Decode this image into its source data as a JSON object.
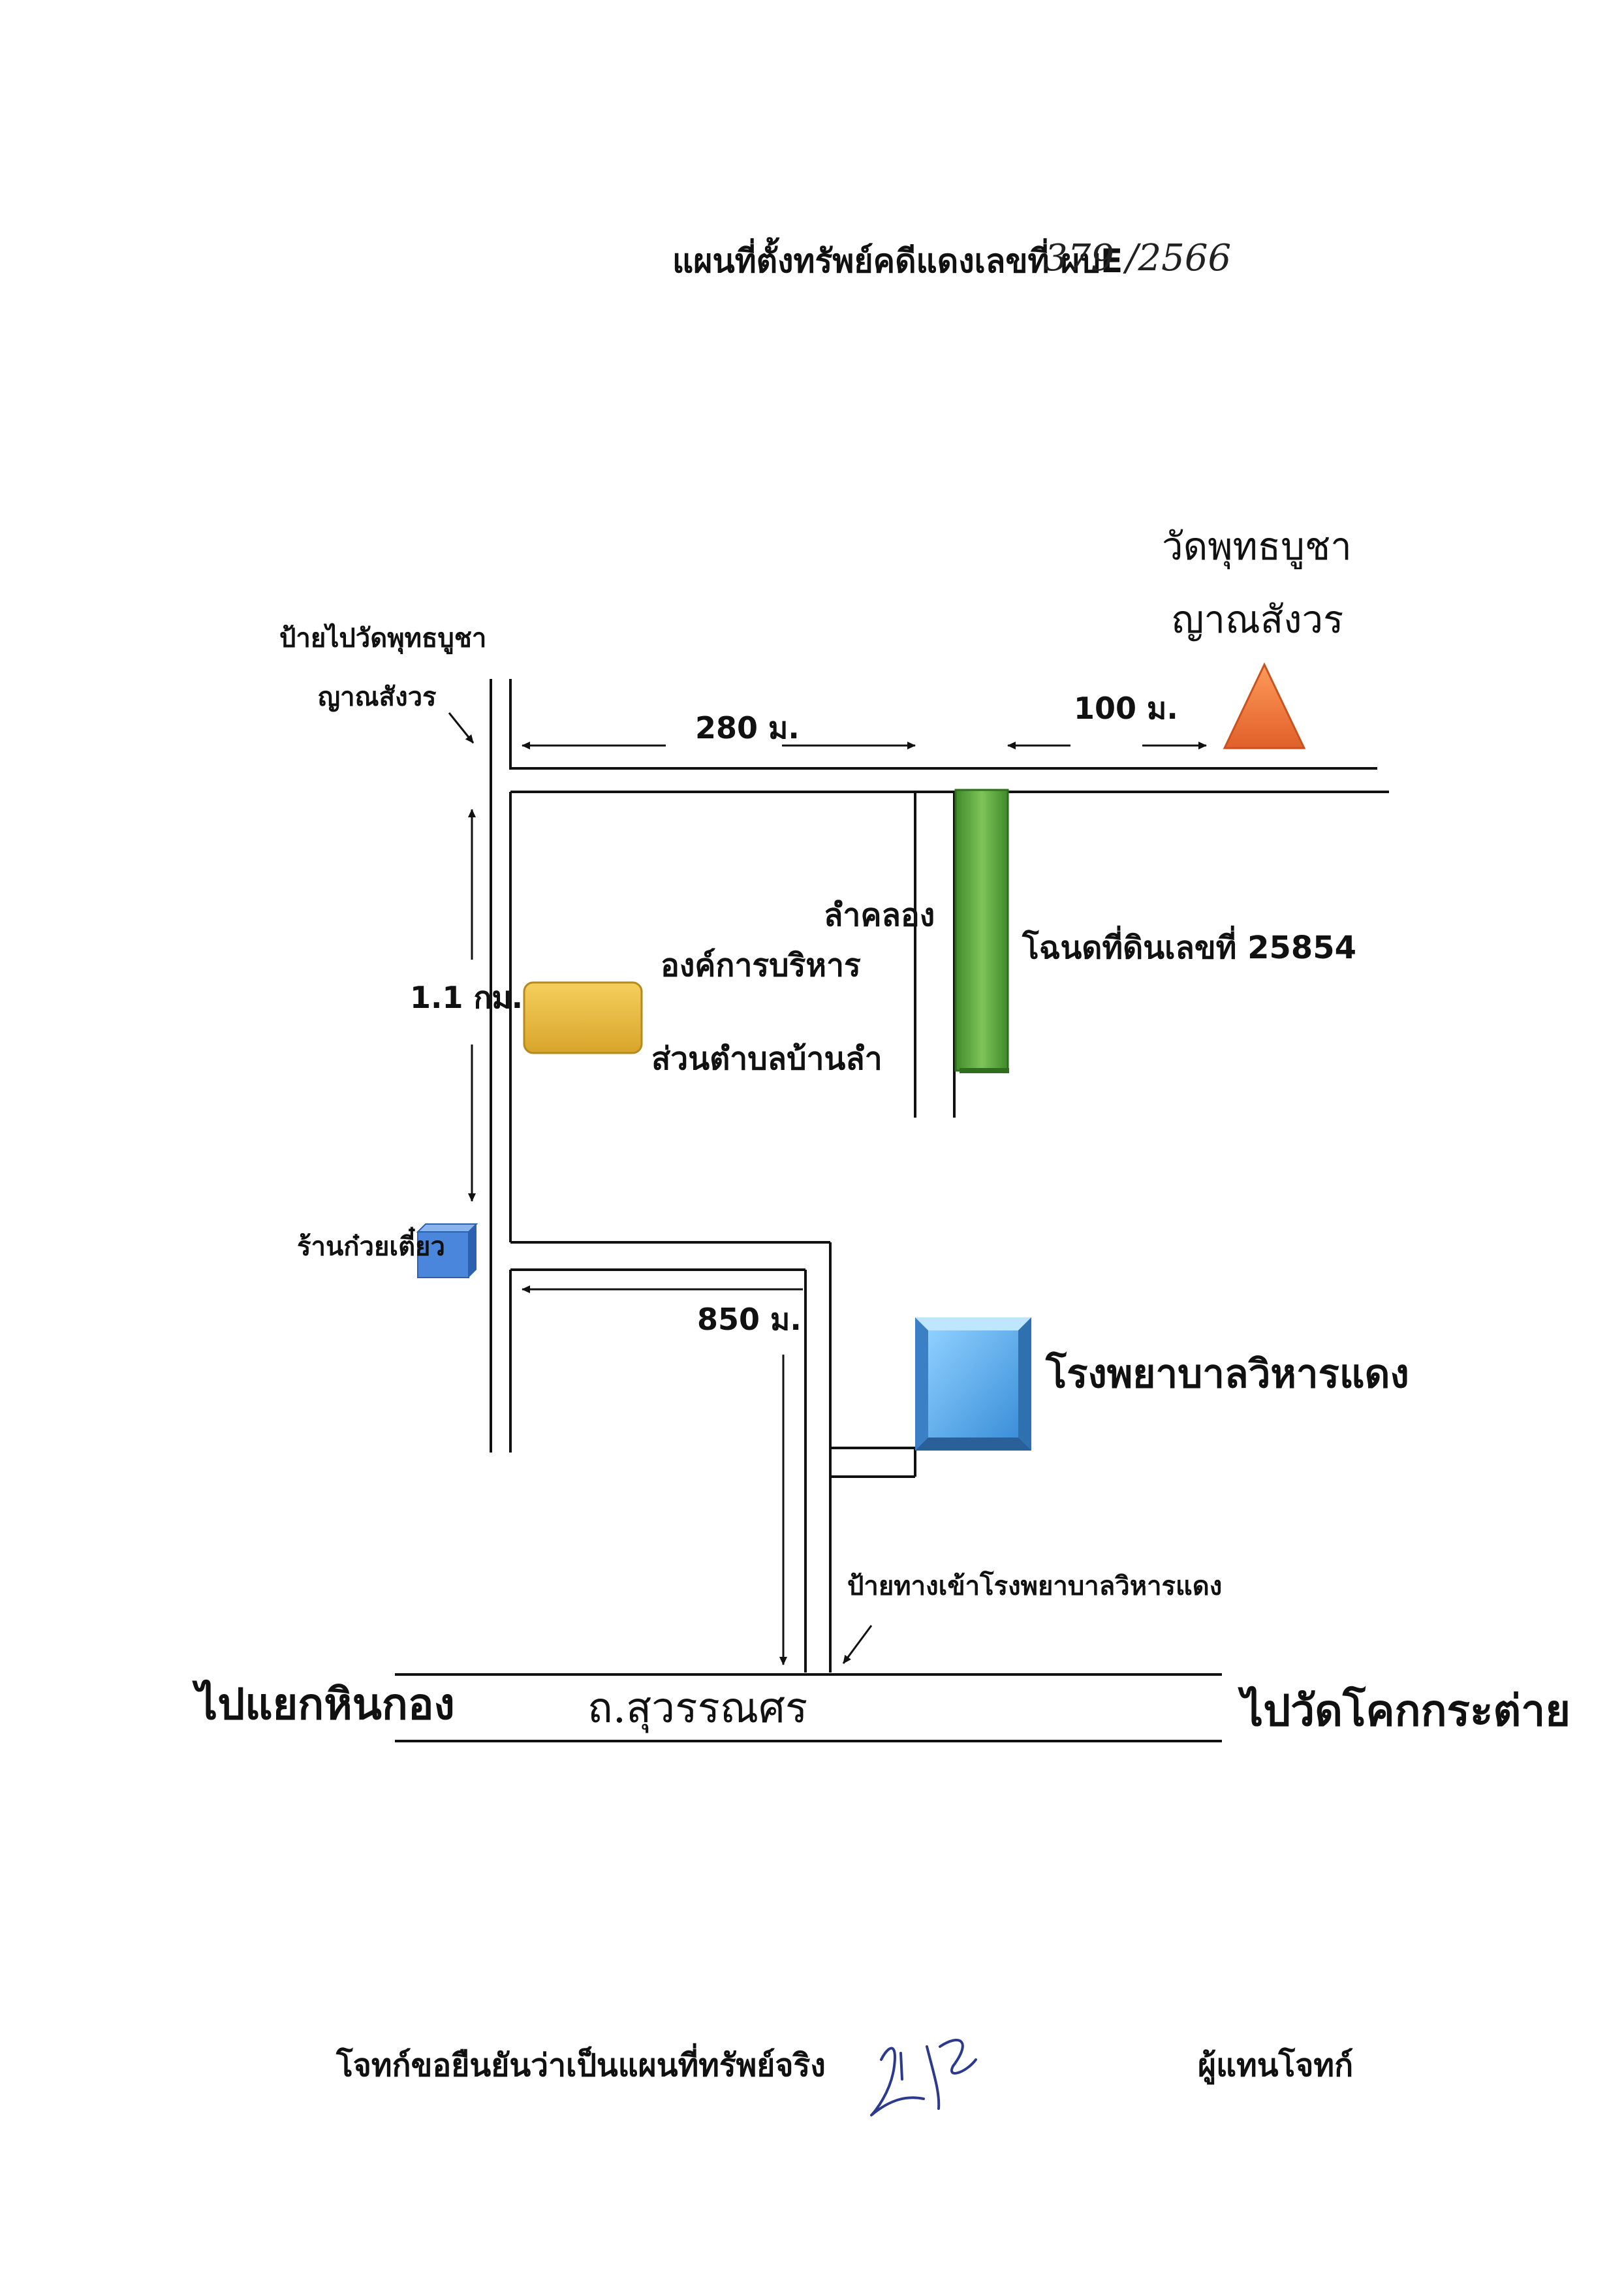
{
  "title": "แผนที่ตั้งทรัพย์คดีแดงเลขที่ ผบE",
  "case_number_handwritten": "379 /2566",
  "landmarks": {
    "temple_name_line1": "วัดพุทธบูชา",
    "temple_name_line2": "ญาณสังวร",
    "temple_sign_line1": "ป้ายไปวัดพุทธบูชา",
    "temple_sign_line2": "ญาณสังวร",
    "canal": "ลำคลอง",
    "land_deed": "โฉนดที่ดินเลขที่ 25854",
    "tao_line1": "องค์การบริหาร",
    "tao_line2": "ส่วนตำบลบ้านลำ",
    "noodle_shop": "ร้านก๋วยเตี๋ยว",
    "hospital": "โรงพยาบาลวิหารแดง",
    "hospital_sign": "ป้ายทางเข้าโรงพยาบาลวิหารแดง"
  },
  "distances": {
    "d280": "280 ม.",
    "d100": "100 ม.",
    "d11km": "1.1 กม.",
    "d850": "850 ม."
  },
  "road": {
    "main_road": "ถ.สุวรรณศร",
    "to_left": "ไปแยกหินกอง",
    "to_right": "ไปวัดโคกกระต่าย"
  },
  "footer": {
    "certify": "โจทก์ขอยืนยันว่าเป็นแผนที่ทรัพย์จริง",
    "plaintiff_rep": "ผู้แทนโจทก์"
  },
  "colors": {
    "temple_marker": "#f07a3c",
    "land_parcel": "#4f9a36",
    "tao_building": "#e6b73a",
    "hospital": "#4aa3e6",
    "shop": "#3f7fd6"
  }
}
